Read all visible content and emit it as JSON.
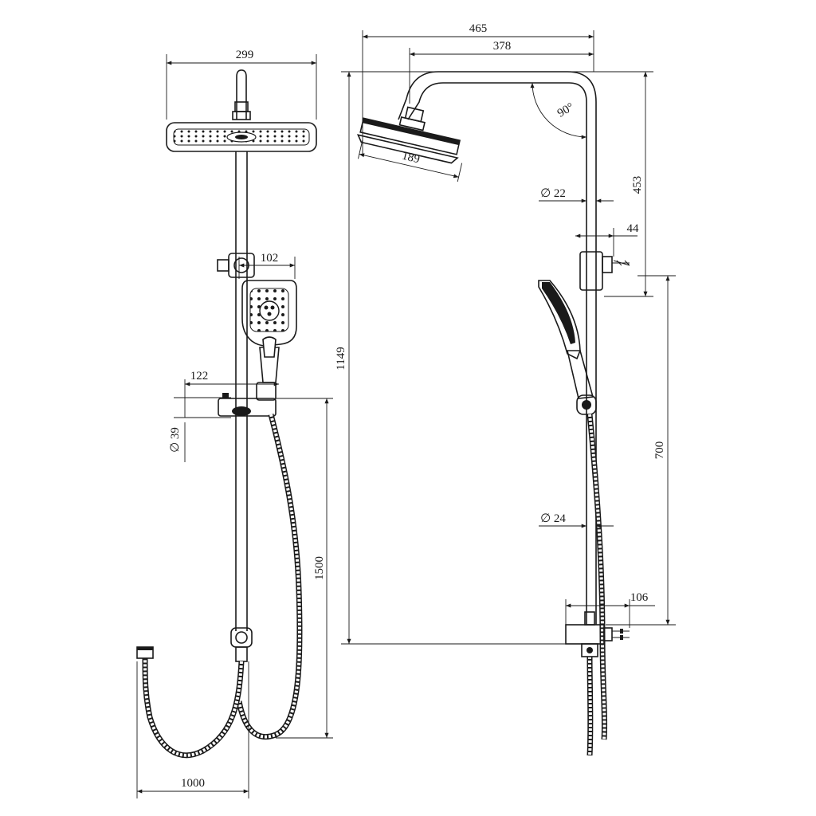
{
  "dimensions": {
    "front_head_width": "299",
    "hand_shower_width": "102",
    "holder_projection": "122",
    "holder_diameter": "∅ 39",
    "slide_bar_hose_drop": "1500",
    "hose_length": "1000",
    "overall_width": "465",
    "arm_reach": "378",
    "side_head_width": "189",
    "arm_angle": "90°",
    "upper_pipe_diameter": "∅ 22",
    "bracket_offset": "44",
    "upper_section_height": "453",
    "overall_height": "1149",
    "adjust_range": "700",
    "lower_pipe_diameter": "∅ 24",
    "mixer_projection": "106"
  }
}
